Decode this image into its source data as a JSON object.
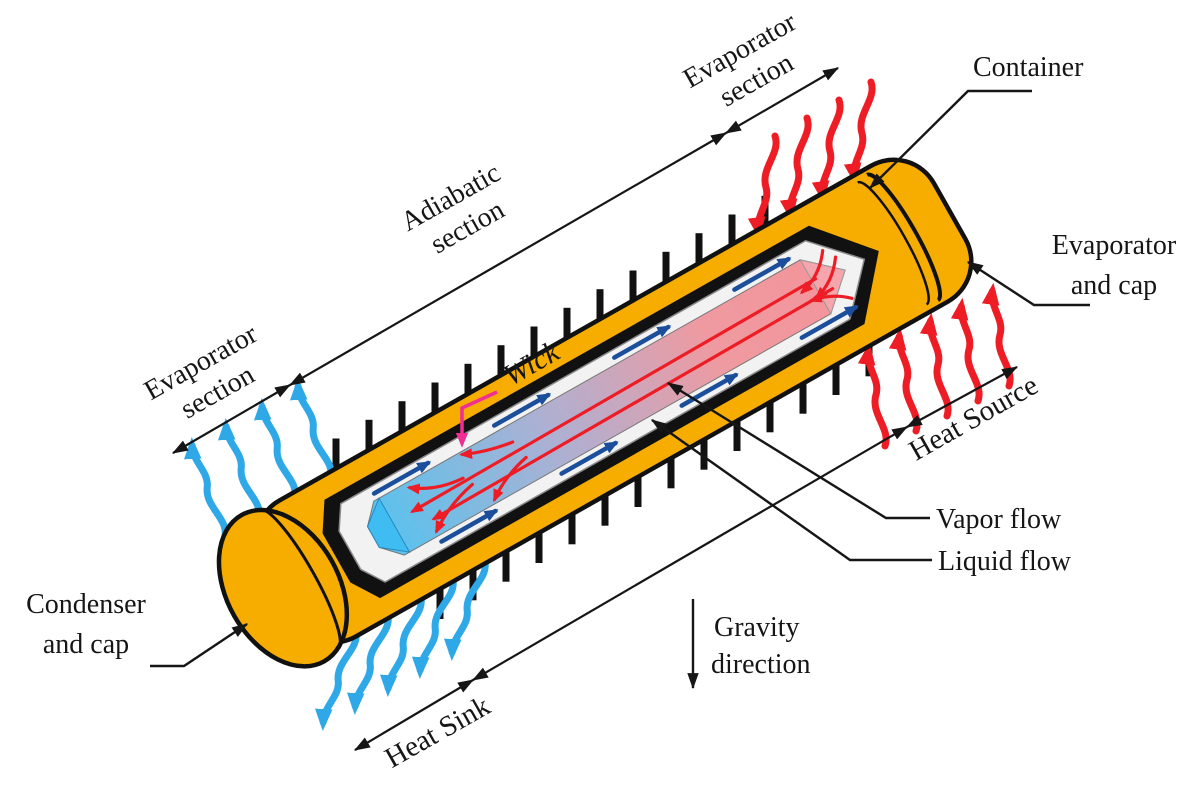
{
  "figure": {
    "type": "heat-pipe-cutaway-schematic",
    "labels": {
      "evaporator_section_top": [
        "Evaporator",
        "section"
      ],
      "adiabatic_section": [
        "Adiabatic",
        "section"
      ],
      "evaporator_section_left": [
        "Evaporator",
        "section"
      ],
      "container": "Container",
      "evaporator_and_cap": [
        "Evaporator",
        "and cap"
      ],
      "heat_source": "Heat Source",
      "wick": "Wick",
      "vapor_flow": "Vapor flow",
      "liquid_flow": "Liquid flow",
      "condenser_and_cap": [
        "Condenser",
        "and cap"
      ],
      "gravity_direction": [
        "Gravity",
        "direction"
      ],
      "heat_sink": "Heat Sink"
    },
    "colors": {
      "container_yellow": "#F7AC00",
      "outline_black": "#111111",
      "wick_white": "#F2F2F2",
      "wick_border": "#8A8A8A",
      "vapor_hot_pink": "#F4949B",
      "liquid_cold_cyan": "#55C3EF",
      "heat_arrow_red": "#EE1C25",
      "sink_arrow_blue": "#2FA8E8",
      "liquid_arrow_navy": "#1B4E9B",
      "wick_pointer_magenta": "#F02E96"
    }
  }
}
